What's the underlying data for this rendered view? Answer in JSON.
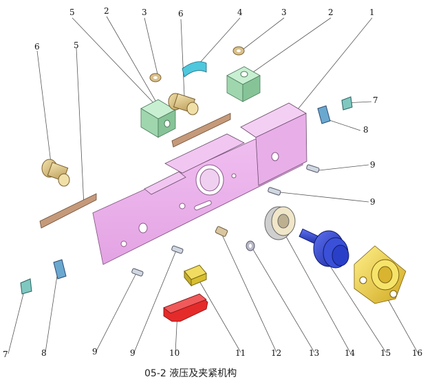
{
  "caption": "05-2 液压及夹紧机构",
  "labels": [
    "1",
    "2",
    "3",
    "4",
    "5",
    "6",
    "7",
    "8",
    "9",
    "10",
    "11",
    "12",
    "13",
    "14",
    "15",
    "16"
  ],
  "colors": {
    "body_pink": "#e6a8e6",
    "block_green": "#a7dcb6",
    "bracket_cyan": "#4fc7dd",
    "red_part": "#e52a2a",
    "yellow_part": "#e6cf3c",
    "blue_piston": "#2a3fc8",
    "gold_housing": "#f0d23c",
    "brass": "#dcc486",
    "bar_tan": "#c59a7b",
    "plate_teal": "#7fc8c0"
  }
}
